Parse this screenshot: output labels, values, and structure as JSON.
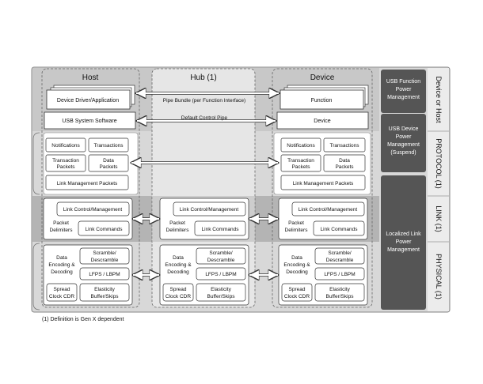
{
  "columns": {
    "host": "Host",
    "hub": "Hub (1)",
    "device": "Device"
  },
  "side_labels": {
    "device_or_host": "Device or Host",
    "protocol": "PROTOCOL (1)",
    "link": "LINK (1)",
    "physical": "PHYSICAL (1)"
  },
  "power": {
    "function": "USB Function Power Management",
    "device": "USB Device Power Management (Suspend)",
    "link": "Localized Link Power Management"
  },
  "host": {
    "driver": "Device Driver/Application",
    "system_software": "USB System Software",
    "notifications": "Notifications",
    "transactions": "Transactions",
    "transaction_packets": "Transaction Packets",
    "data_packets": "Data Packets",
    "link_mgmt_packets": "Link Management Packets"
  },
  "device": {
    "function": "Function",
    "device": "Device",
    "notifications": "Notifications",
    "transactions": "Transactions",
    "transaction_packets": "Transaction Packets",
    "data_packets": "Data Packets",
    "link_mgmt_packets": "Link Management Packets"
  },
  "pipes": {
    "bundle": "Pipe Bundle (per Function Interface)",
    "default": "Default Control Pipe"
  },
  "link_layer": {
    "control": "Link Control/Management",
    "delimiters": "Packet Delimiters",
    "commands": "Link Commands"
  },
  "phy_layer": {
    "encoding": "Data Encoding & Decoding",
    "scramble": "Scramble/ Descramble",
    "lfps": "LFPS / LBPM",
    "spread": "Spread Clock CDR",
    "elasticity": "Elasticity Buffer/Skips"
  },
  "footnote": "(1) Definition is Gen X dependent",
  "colors": {
    "frame": "#d8d8d8",
    "dark_box": "#555555",
    "mid_band": "#b4b4b4",
    "hub_col": "#e6e6e6"
  }
}
